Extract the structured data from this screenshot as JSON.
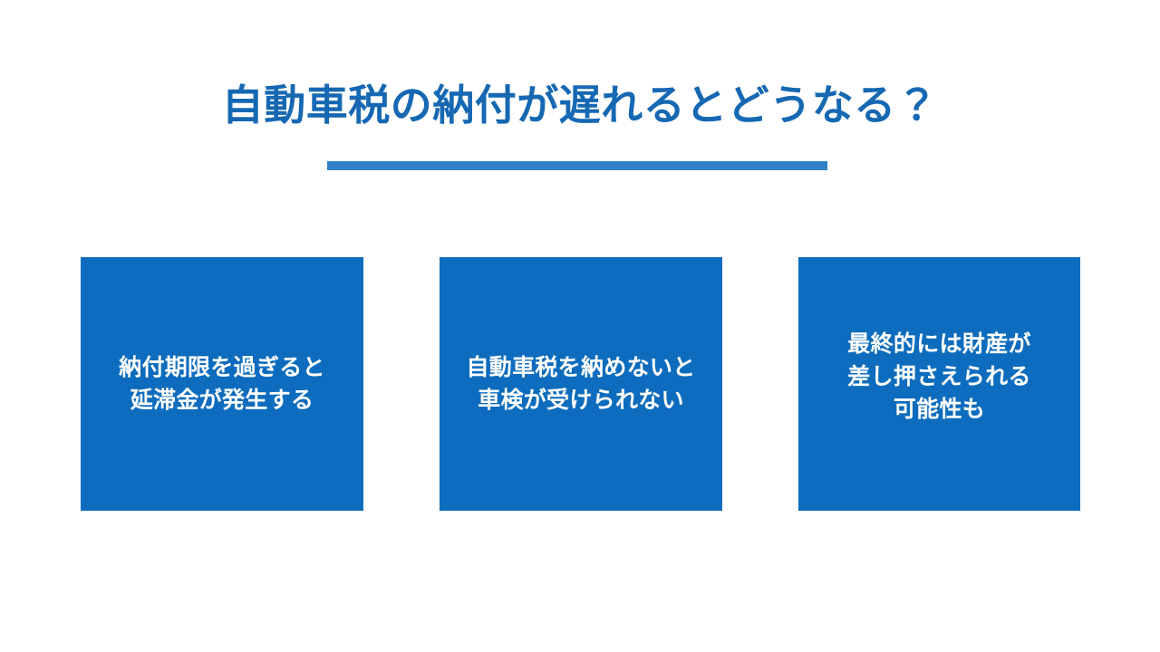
{
  "slide": {
    "background_color": "#ffffff",
    "title": "自動車税の納付が遅れるとどうなる？",
    "title_color": "#1668b3",
    "accent_rule_color": "#2e81c4",
    "card_fill_color": "#0d6cbd",
    "card_text_color": "#ffffff"
  },
  "cards": [
    {
      "name": "card-late-payment-penalty",
      "lines": [
        "納付期限を過ぎると",
        "延滞金が発生する"
      ]
    },
    {
      "name": "card-vehicle-inspection-blocked",
      "lines": [
        "自動車税を納めないと",
        "車検が受けられない"
      ]
    },
    {
      "name": "card-asset-seizure",
      "lines": [
        "最終的には財産が",
        "差し押さえられる",
        "可能性も"
      ]
    }
  ]
}
